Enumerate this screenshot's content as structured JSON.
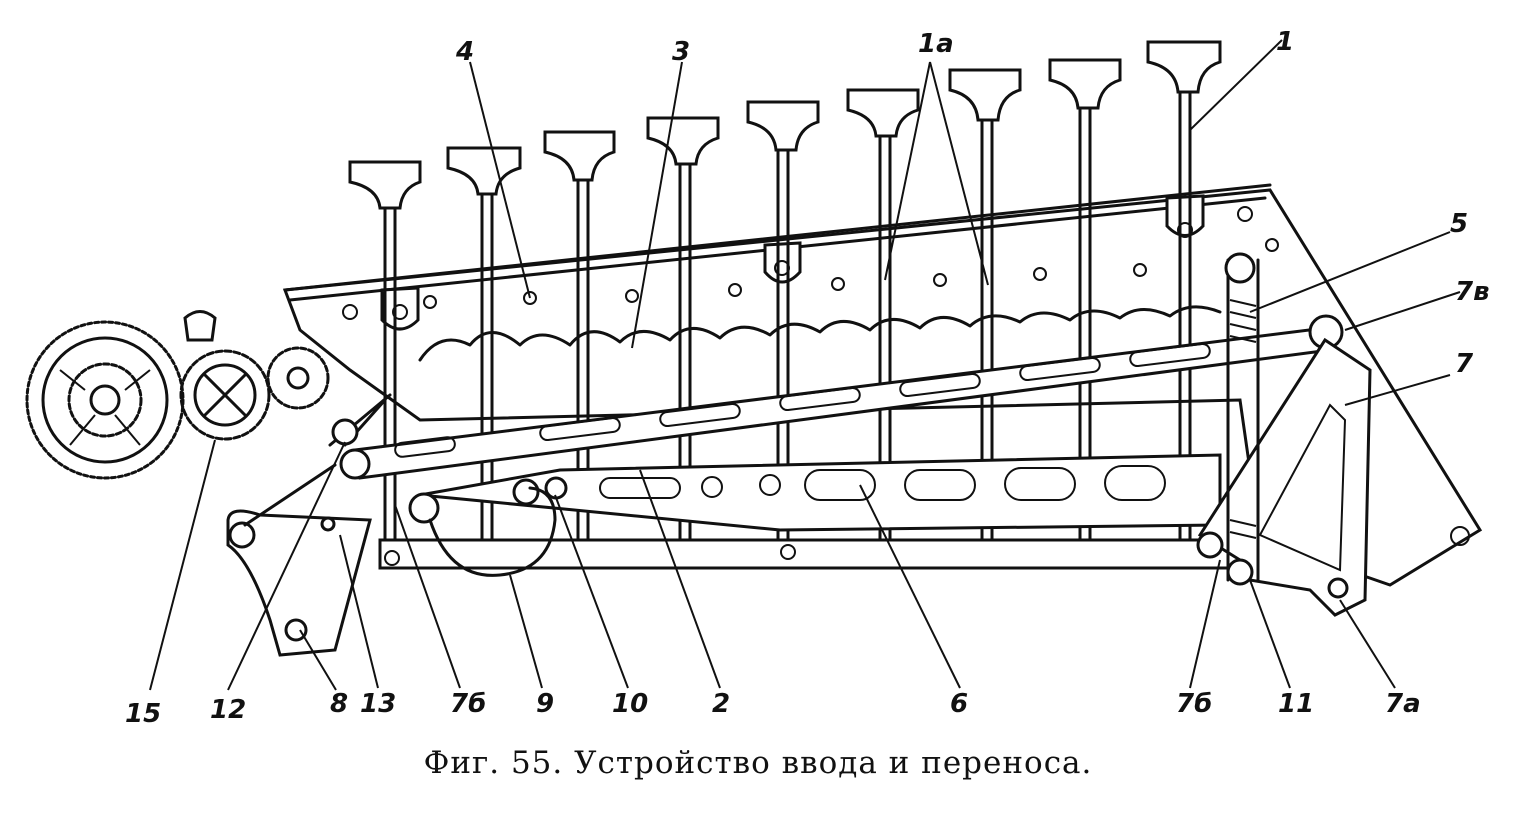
{
  "caption": "Фиг. 55. Устройство ввода и переноса.",
  "labels": {
    "l4": "4",
    "l3": "3",
    "l1a": "1a",
    "l1": "1",
    "l5": "5",
    "l7v": "7в",
    "l7": "7",
    "l15": "15",
    "l12": "12",
    "l8": "8",
    "l13": "13",
    "l7b_left": "7б",
    "l9": "9",
    "l10": "10",
    "l2": "2",
    "l6": "6",
    "l7b_right": "7б",
    "l11": "11",
    "l7a": "7a"
  }
}
